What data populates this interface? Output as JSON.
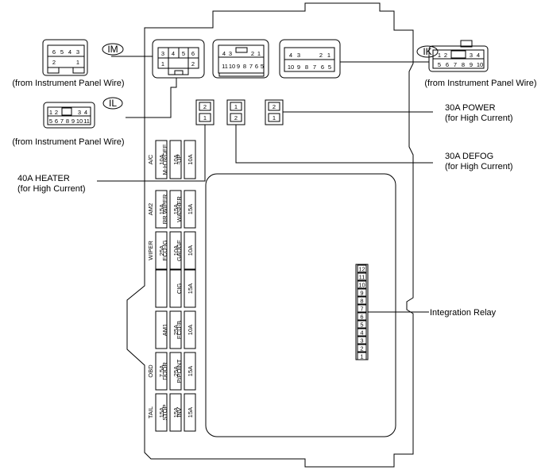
{
  "connectors": {
    "IM": {
      "id": "IM",
      "top_pins": [
        "3",
        "4",
        "5",
        "6"
      ],
      "bottom_pins": [
        "1",
        "2"
      ],
      "detail_top": [
        "6",
        "5",
        "4",
        "3"
      ],
      "detail_bottom": [
        "2",
        "1"
      ],
      "source": "(from Instrument Panel Wire)"
    },
    "IL": {
      "id": "IL",
      "detail_top": [
        "1",
        "2",
        "3",
        "4"
      ],
      "detail_bottom": [
        "5",
        "6",
        "7",
        "8",
        "9",
        "10",
        "11"
      ],
      "source": "(from Instrument Panel Wire)"
    },
    "IK": {
      "id": "IK",
      "top_pins": [
        "4",
        "3",
        "2",
        "1"
      ],
      "bottom_pins": [
        "10",
        "9",
        "8",
        "7",
        "6",
        "5"
      ],
      "detail_top": [
        "1",
        "2",
        "3",
        "4"
      ],
      "detail_bottom": [
        "5",
        "6",
        "7",
        "8",
        "9",
        "10"
      ],
      "source": "(from Instrument Panel Wire)"
    },
    "middle_top": [
      "4",
      "3",
      "2",
      "1"
    ],
    "middle_bottom": [
      "11",
      "10",
      "9",
      "8",
      "7",
      "6",
      "5"
    ]
  },
  "relay_blocks": [
    {
      "top": "2",
      "bottom": "1"
    },
    {
      "top": "1",
      "bottom": "2"
    },
    {
      "top": "2",
      "bottom": "1"
    }
  ],
  "callouts": {
    "power": [
      "30A POWER",
      "(for High Current)"
    ],
    "defog": [
      "30A DEFOG",
      "(for High Current)"
    ],
    "heater": [
      "40A HEATER",
      "(for High Current)"
    ],
    "integration": "Integration Relay"
  },
  "fuses": [
    {
      "name": "A/C",
      "rating": "10A"
    },
    {
      "name": "M-H R/DEF",
      "rating": "10A"
    },
    {
      "name": "-UP",
      "rating": "10A"
    },
    {
      "name": "AM2",
      "rating": "15A"
    },
    {
      "name": "RR WIPER",
      "rating": "15A"
    },
    {
      "name": "WASHER",
      "rating": "15A"
    },
    {
      "name": "WIPER",
      "rating": "25A"
    },
    {
      "name": "ECU-IG",
      "rating": "10A"
    },
    {
      "name": "GAUGE",
      "rating": "10A"
    },
    {
      "name": "CIG",
      "rating": "15A"
    },
    {
      "name": "AM1",
      "rating": "25A"
    },
    {
      "name": "ECU-B",
      "rating": "10A"
    },
    {
      "name": "OBD",
      "rating": "7.5A"
    },
    {
      "name": "DOOR",
      "rating": "25A"
    },
    {
      "name": "P/POINT",
      "rating": "15A"
    },
    {
      "name": "TAIL",
      "rating": "15A"
    },
    {
      "name": "STOP",
      "rating": "15A"
    },
    {
      "name": "INV",
      "rating": "15A"
    }
  ],
  "integration_relay_pins": [
    "12",
    "11",
    "10",
    "9",
    "8",
    "7",
    "6",
    "5",
    "4",
    "3",
    "2",
    "1"
  ]
}
